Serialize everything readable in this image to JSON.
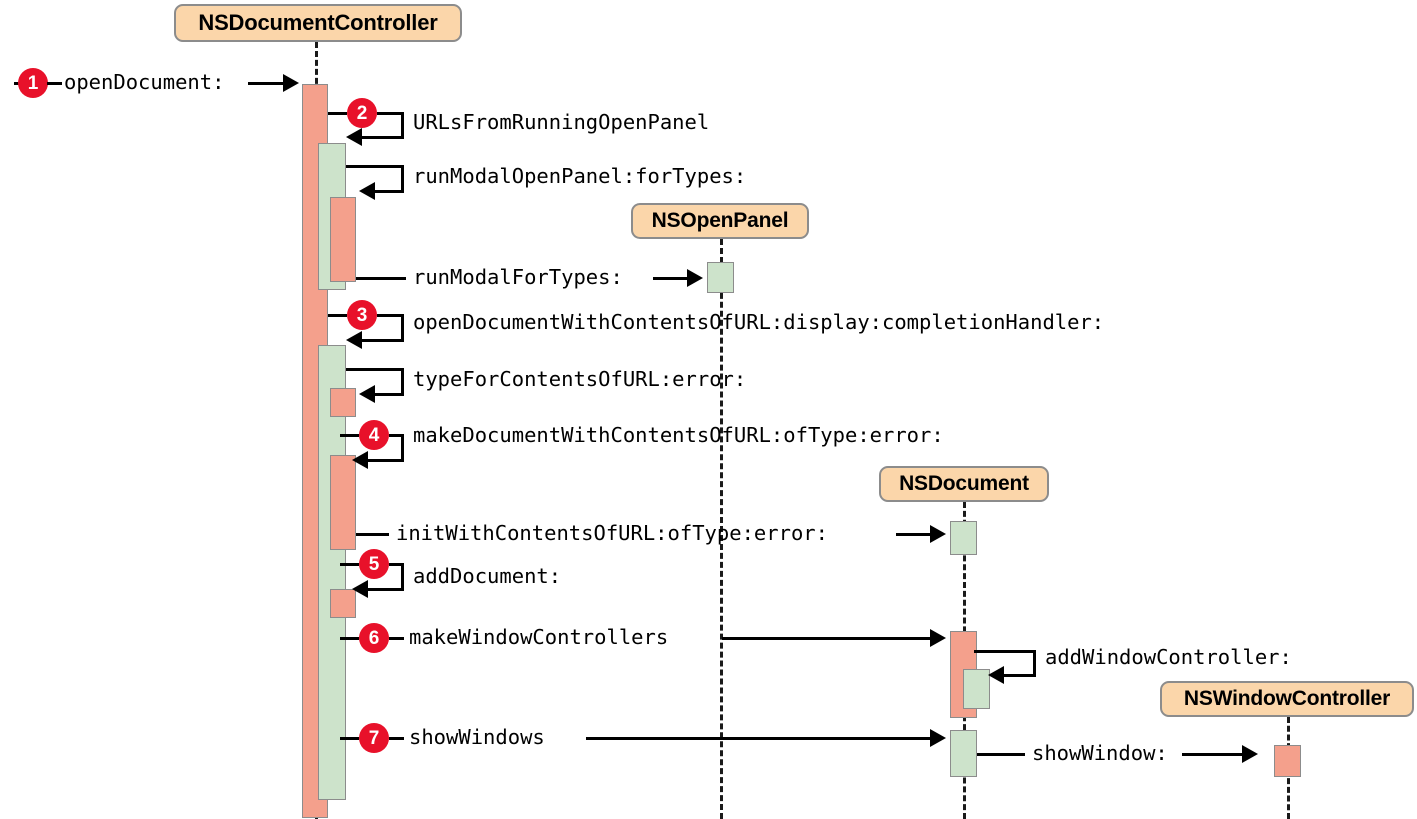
{
  "diagram": {
    "title": "NSDocumentController openDocument: sequence",
    "type": "uml-sequence-diagram",
    "colors": {
      "participant_box_fill": "#fbd6aa",
      "participant_box_border": "#8c8c8c",
      "activation_caller_fill": "#f4a08c",
      "activation_callee_fill": "#cde3cb",
      "activation_border": "#8c8c8c",
      "step_badge_fill": "#e8112a",
      "step_badge_text": "#ffffff",
      "line": "#000000",
      "background": "#ffffff"
    }
  },
  "participants": [
    {
      "name": "NSDocumentController"
    },
    {
      "name": "NSOpenPanel"
    },
    {
      "name": "NSDocument"
    },
    {
      "name": "NSWindowController"
    }
  ],
  "messages": [
    {
      "step": "1",
      "label": "openDocument:",
      "from": "actor",
      "to": "NSDocumentController",
      "kind": "call"
    },
    {
      "step": "2",
      "label": "URLsFromRunningOpenPanel",
      "from": "NSDocumentController",
      "to": "NSDocumentController",
      "kind": "self"
    },
    {
      "step": "",
      "label": "runModalOpenPanel:forTypes:",
      "from": "NSDocumentController",
      "to": "NSDocumentController",
      "kind": "self"
    },
    {
      "step": "",
      "label": "runModalForTypes:",
      "from": "NSDocumentController",
      "to": "NSOpenPanel",
      "kind": "call"
    },
    {
      "step": "3",
      "label": "openDocumentWithContentsOfURL:display:completionHandler:",
      "from": "NSDocumentController",
      "to": "NSDocumentController",
      "kind": "self"
    },
    {
      "step": "",
      "label": "typeForContentsOfURL:error:",
      "from": "NSDocumentController",
      "to": "NSDocumentController",
      "kind": "self"
    },
    {
      "step": "4",
      "label": "makeDocumentWithContentsOfURL:ofType:error:",
      "from": "NSDocumentController",
      "to": "NSDocumentController",
      "kind": "self"
    },
    {
      "step": "",
      "label": "initWithContentsOfURL:ofType:error:",
      "from": "NSDocumentController",
      "to": "NSDocument",
      "kind": "call"
    },
    {
      "step": "5",
      "label": "addDocument:",
      "from": "NSDocumentController",
      "to": "NSDocumentController",
      "kind": "self"
    },
    {
      "step": "6",
      "label": "makeWindowControllers",
      "from": "NSDocumentController",
      "to": "NSDocument",
      "kind": "call"
    },
    {
      "step": "",
      "label": "addWindowController:",
      "from": "NSDocument",
      "to": "NSDocument",
      "kind": "self"
    },
    {
      "step": "7",
      "label": "showWindows",
      "from": "NSDocumentController",
      "to": "NSDocument",
      "kind": "call"
    },
    {
      "step": "",
      "label": "showWindow:",
      "from": "NSDocument",
      "to": "NSWindowController",
      "kind": "call"
    }
  ],
  "steps": [
    "1",
    "2",
    "3",
    "4",
    "5",
    "6",
    "7"
  ]
}
